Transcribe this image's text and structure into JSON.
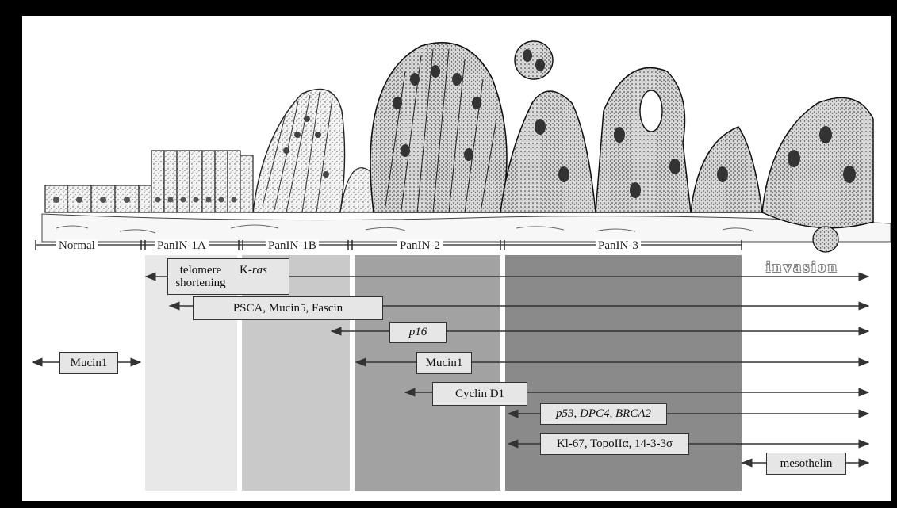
{
  "stages": [
    "Normal",
    "PanIN-1A",
    "PanIN-1B",
    "PanIN-2",
    "PanIN-3"
  ],
  "invasion_label": "invasion",
  "markers": {
    "telomere": "telomere shortening",
    "kras_prefix": "K-",
    "kras_gene": "ras",
    "psca": "PSCA, Mucin5, Fascin",
    "p16": "p16",
    "mucin1_normal": "Mucin1",
    "mucin1": "Mucin1",
    "cyclin": "Cyclin D1",
    "p53_group": "p53, DPC4, BRCA2",
    "ki67_prefix": "Kl-67, TopoII",
    "ki67_alpha": "α",
    "ki67_suffix": ", 14-3-3",
    "ki67_sigma": "σ",
    "mesothelin": "mesothelin"
  },
  "colors": {
    "band_1a": "#e8e8e8",
    "band_1b": "#c9c9c9",
    "band_2": "#a2a2a2",
    "band_3": "#8a8a8a",
    "box_fill": "#e6e6e6"
  }
}
